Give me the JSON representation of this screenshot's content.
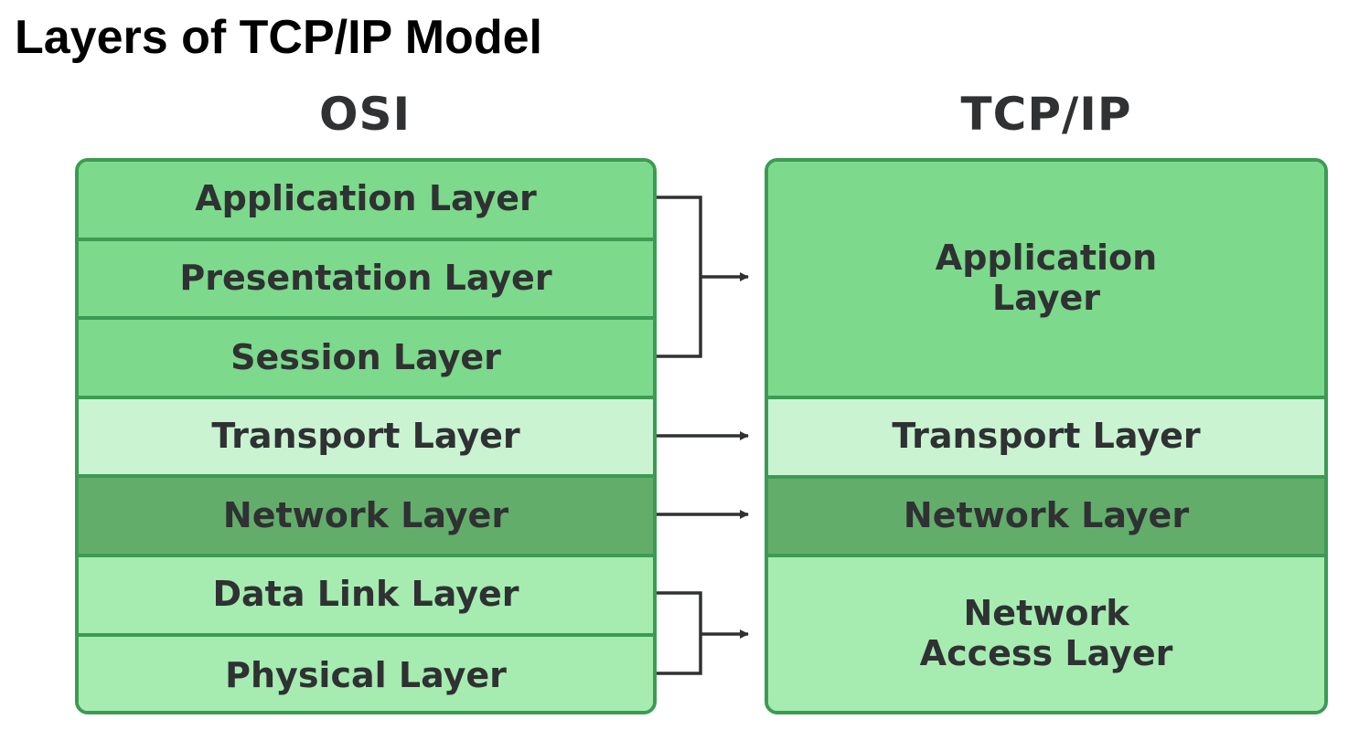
{
  "title": "Layers of TCP/IP Model",
  "osi": {
    "heading": "OSI",
    "layers": [
      "Application Layer",
      "Presentation Layer",
      "Session Layer",
      "Transport Layer",
      "Network Layer",
      "Data Link Layer",
      "Physical Layer"
    ]
  },
  "tcpip": {
    "heading": "TCP/IP",
    "layers": [
      "Application\nLayer",
      "Transport Layer",
      "Network Layer",
      "Network\nAccess Layer"
    ]
  },
  "colors": {
    "application": "#7dd98b",
    "transport": "#c9f3d1",
    "network": "#63ad6a",
    "link": "#a6ecb0",
    "border": "#3c9b52",
    "text": "#2f3133",
    "connector": "#2f3133"
  }
}
